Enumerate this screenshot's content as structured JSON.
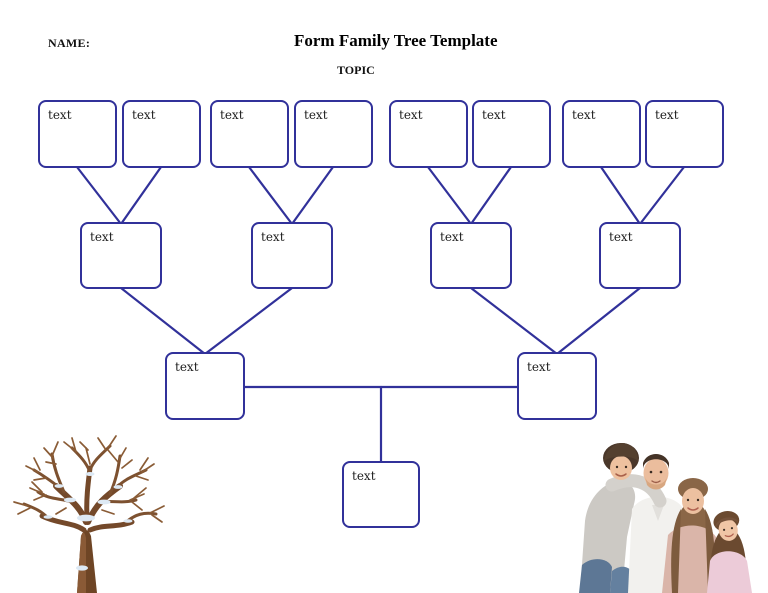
{
  "header": {
    "name_label": "NAME:",
    "title": "Form Family Tree Template",
    "topic_label": "TOPIC"
  },
  "colors": {
    "box_border": "#31319a",
    "connector_line": "#31319a",
    "text": "#1c1c1c",
    "background": "#ffffff"
  },
  "tree": {
    "gen1": [
      {
        "label": "text"
      },
      {
        "label": "text"
      },
      {
        "label": "text"
      },
      {
        "label": "text"
      },
      {
        "label": "text"
      },
      {
        "label": "text"
      },
      {
        "label": "text"
      },
      {
        "label": "text"
      }
    ],
    "gen2": [
      {
        "label": "text"
      },
      {
        "label": "text"
      },
      {
        "label": "text"
      },
      {
        "label": "text"
      }
    ],
    "gen3": [
      {
        "label": "text"
      },
      {
        "label": "text"
      }
    ],
    "gen4": [
      {
        "label": "text"
      }
    ]
  },
  "illustrations": {
    "tree_image": "bare-winter-tree-illustration",
    "family_photo": "family-of-four-photo"
  }
}
